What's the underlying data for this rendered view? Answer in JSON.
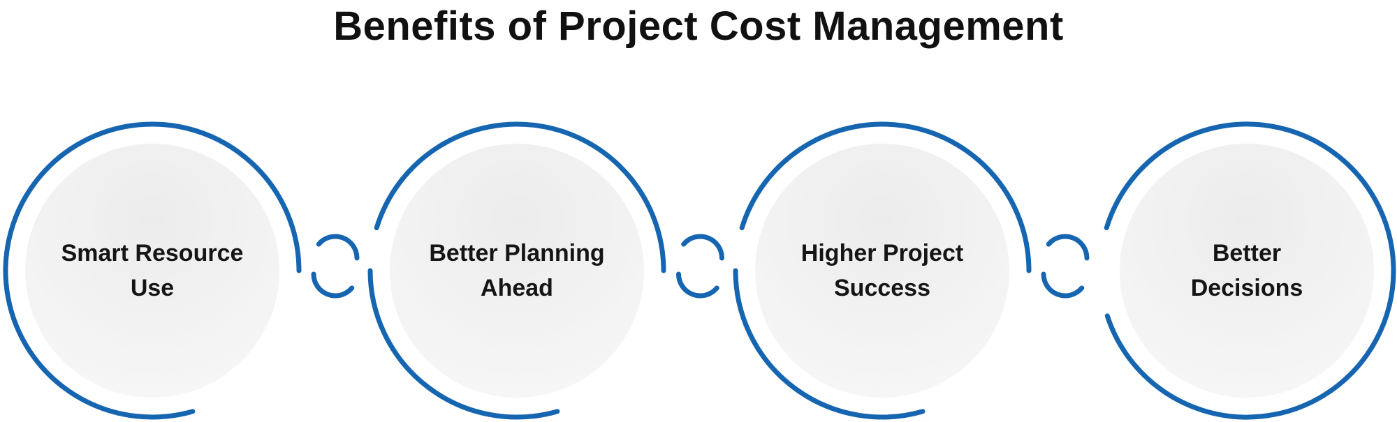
{
  "title": "Benefits of Project Cost Management",
  "colors": {
    "ring": "#1565b0",
    "disc_light": "#f6f6f6",
    "disc_dark": "#ececec",
    "text": "#151515",
    "background": "#ffffff"
  },
  "nodes": [
    {
      "lines": [
        "Smart Resource",
        "Use"
      ]
    },
    {
      "lines": [
        "Better Planning",
        "Ahead"
      ]
    },
    {
      "lines": [
        "Higher Project",
        "Success"
      ]
    },
    {
      "lines": [
        "Better",
        "Decisions"
      ]
    }
  ]
}
